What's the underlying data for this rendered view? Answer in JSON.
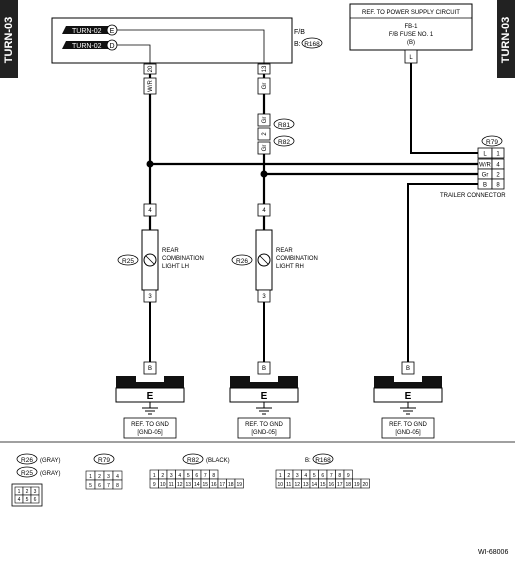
{
  "side_tabs": {
    "left": "TURN-03",
    "right": "TURN-03"
  },
  "fb_box": {
    "signal_1": "TURN-02",
    "signal_1_letter": "E",
    "signal_2": "TURN-02",
    "signal_2_letter": "D",
    "label_fb": "F/B",
    "label_b": "B:",
    "connector": "R168",
    "pin_left": "20",
    "pin_right": "13"
  },
  "power_box": {
    "line1": "REF. TO POWER SUPPLY CIRCUIT",
    "line2": "FB-1",
    "line3": "F/B FUSE NO. 1",
    "line4": "(B)"
  },
  "power_wire": "L",
  "wires": {
    "left_wr_top": "W/R",
    "right_gr_top": "Gr",
    "b": "B"
  },
  "intermediate": {
    "c1": "R81",
    "c2": "R82",
    "pin_a": "Gr",
    "pin_b": "2",
    "pin_c": "Gr"
  },
  "trailer": {
    "connector": "R79",
    "rows": [
      {
        "wire": "L",
        "pin": "1"
      },
      {
        "wire": "W/R",
        "pin": "4"
      },
      {
        "wire": "Gr",
        "pin": "2"
      },
      {
        "wire": "B",
        "pin": "8"
      }
    ],
    "label": "TRAILER CONNECTOR"
  },
  "lamps": {
    "lh": {
      "connector": "R25",
      "line1": "REAR",
      "line2": "COMBINATION",
      "line3": "LIGHT LH",
      "pin_top": "4",
      "pin_bottom": "3"
    },
    "rh": {
      "connector": "R26",
      "line1": "REAR",
      "line2": "COMBINATION",
      "line3": "LIGHT RH",
      "pin_top": "4",
      "pin_bottom": "3"
    }
  },
  "ground": {
    "symbol": "E",
    "line1": "REF. TO GND",
    "line2": "[GND-05]",
    "wire": "B"
  },
  "legend": {
    "r26": "R26",
    "r26_color": "(GRAY)",
    "r25": "R25",
    "r25_color": "(GRAY)",
    "r25_pins": [
      "1",
      "2",
      "3",
      "4",
      "5",
      "6"
    ],
    "r79": "R79",
    "r79_pins": [
      "1",
      "2",
      "3",
      "4",
      "5",
      "6",
      "7",
      "8"
    ],
    "r82": "R82",
    "r82_color": "(BLACK)",
    "r82_top": [
      "1",
      "2",
      "3",
      "4",
      "5",
      "6",
      "7",
      "8"
    ],
    "r82_bottom": [
      "9",
      "10",
      "11",
      "12",
      "13",
      "14",
      "15",
      "16",
      "17",
      "18",
      "19"
    ],
    "r168_prefix": "B:",
    "r168": "R168",
    "r168_top": [
      "1",
      "2",
      "3",
      "4",
      "5",
      "6",
      "7",
      "8",
      "9"
    ],
    "r168_bottom": [
      "10",
      "11",
      "12",
      "13",
      "14",
      "15",
      "16",
      "17",
      "18",
      "19",
      "20"
    ]
  },
  "figure_id": "WI-68006"
}
